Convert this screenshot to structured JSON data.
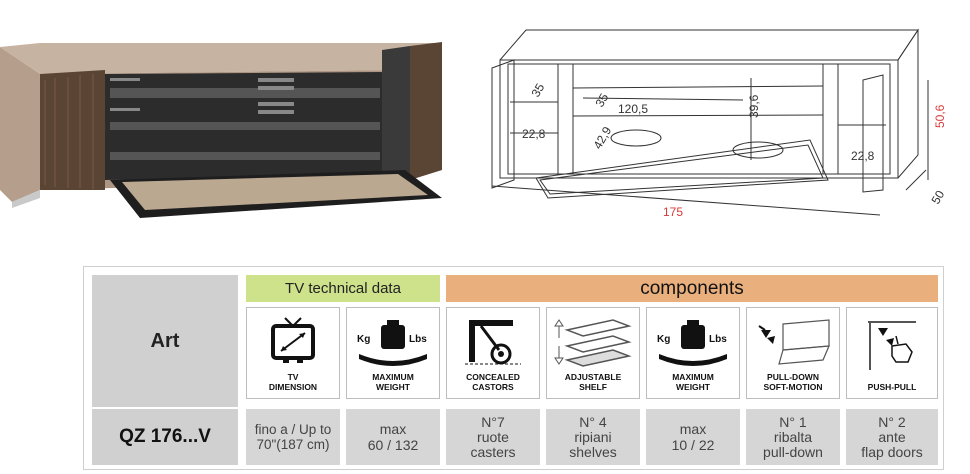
{
  "drawing": {
    "dim_width": "175",
    "dim_height": "50,6",
    "dim_depth": "50",
    "dim_inner_width": "120,5",
    "dim_inner_height": "39,6",
    "dim_shelf_left_top": "35",
    "dim_shelf_mid": "35",
    "dim_side_left": "22,8",
    "dim_side_right": "22,8",
    "dim_flap": "42,9"
  },
  "table": {
    "art_label": "Art",
    "code": "QZ 176...V",
    "tv_header": "TV technical data",
    "components_header": "components",
    "icons": [
      {
        "icon": "tv-dimension-icon",
        "caption": [
          "TV",
          "DIMENSION"
        ]
      },
      {
        "icon": "max-weight-icon",
        "caption": [
          "MAXIMUM",
          "WEIGHT"
        ]
      },
      {
        "icon": "concealed-castors-icon",
        "caption": [
          "CONCEALED",
          "CASTORS"
        ]
      },
      {
        "icon": "adjustable-shelf-icon",
        "caption": [
          "ADJUSTABLE",
          "SHELF"
        ]
      },
      {
        "icon": "max-weight-icon",
        "caption": [
          "MAXIMUM",
          "WEIGHT"
        ]
      },
      {
        "icon": "pull-down-icon",
        "caption": [
          "PULL-DOWN",
          "SOFT-MOTION"
        ]
      },
      {
        "icon": "push-pull-icon",
        "caption": [
          "PUSH-PULL"
        ]
      }
    ],
    "values": [
      [
        "fino a / Up to",
        "70\"(187 cm)"
      ],
      [
        "max",
        "60 / 132"
      ],
      [
        "N°7",
        "ruote",
        "casters"
      ],
      [
        "N° 4",
        "ripiani",
        "shelves"
      ],
      [
        "max",
        "10 / 22"
      ],
      [
        "N° 1",
        "ribalta",
        "pull-down"
      ],
      [
        "N° 2",
        "ante",
        "flap doors"
      ]
    ],
    "weight_units": {
      "kg": "Kg",
      "lbs": "Lbs"
    }
  }
}
